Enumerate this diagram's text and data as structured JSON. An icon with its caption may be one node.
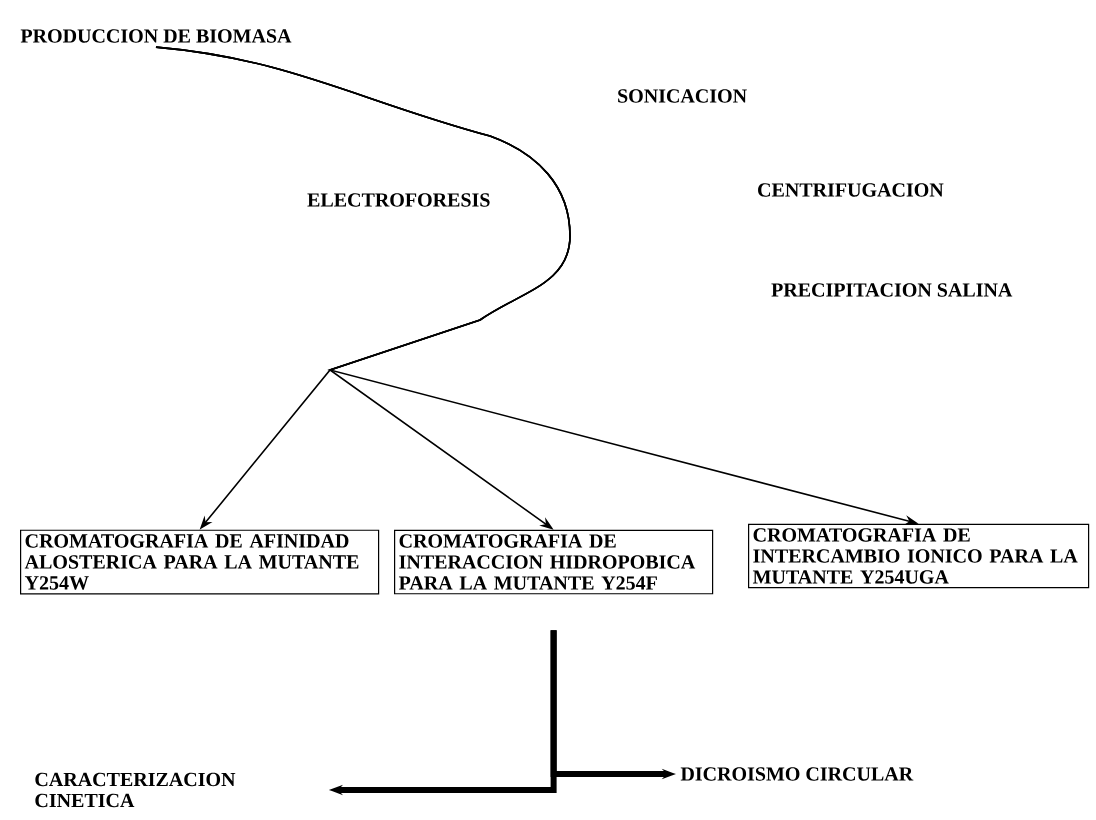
{
  "diagram": {
    "nodes": [
      {
        "text": [
          "PRODUCCION DE BIOMASA"
        ]
      },
      {
        "text": [
          "CROMATOGRAFIA DE AFINIDAD ALOSTERICA PARA LA MUTANTE Y254W"
        ]
      },
      {
        "text": [
          "CROMATOGRAFIA DE INTERACCION HIDROPOBICA PARA LA MUTANTE Y254F"
        ]
      },
      {
        "text": [
          "CROMATOGRAFIA DE INTERCAMBIO IONICO PARA LA MUTANTE Y254UGA"
        ]
      },
      {
        "text": [
          "CARACTERIZACION CINETICA"
        ]
      },
      {
        "text": [
          "DICROISMO CIRCULAR"
        ]
      }
    ],
    "edges": [
      {
        "from": 0,
        "to": 1,
        "arrow": "to"
      },
      {
        "from": 0,
        "to": 2,
        "arrow": "to"
      },
      {
        "from": 0,
        "to": 3,
        "arrow": "to"
      },
      {
        "from": 2,
        "to": 4,
        "arrow": "to",
        "style": "thick"
      },
      {
        "from": 2,
        "to": 5,
        "arrow": "to",
        "style": "thick"
      }
    ],
    "labels": [
      "SONICACION",
      "CENTRIFUGACION",
      "ELECTROFORESIS",
      "PRECIPITACION SALINA"
    ]
  }
}
